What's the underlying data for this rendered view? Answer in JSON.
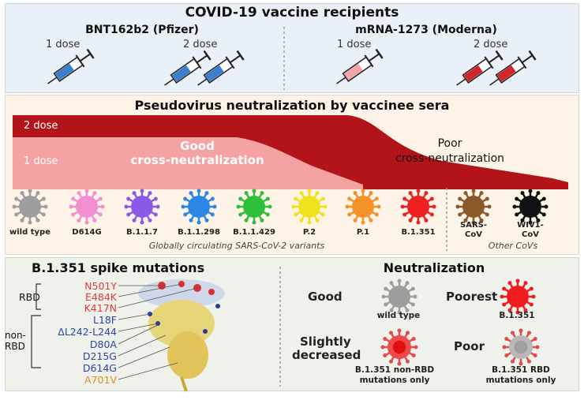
{
  "header": {
    "title": "COVID-19 vaccine recipients",
    "pfizer": "BNT162b2 (Pfizer)",
    "moderna": "mRNA-1273 (Moderna)",
    "dose1": "1 dose",
    "dose2": "2 dose",
    "colors": {
      "pfizer": "#3b7fd1",
      "moderna_1": "#f4a3a8",
      "moderna_2": "#d0262c"
    }
  },
  "neutralization_panel": {
    "title": "Pseudovirus neutralization by vaccinee sera",
    "label_2dose": "2 dose",
    "label_1dose": "1 dose",
    "good_line1": "Good",
    "good_line2": "cross-neutralization",
    "poor_line1": "Poor",
    "poor_line2": "cross-neutralization",
    "group_sarscov2": "Globally circulating SARS-CoV-2 variants",
    "group_other": "Other CoVs",
    "variants": [
      {
        "label": "wild type",
        "color": "#9e9e9e"
      },
      {
        "label": "D614G",
        "color": "#f28fd1"
      },
      {
        "label": "B.1.1.7",
        "color": "#8a5ae6"
      },
      {
        "label": "B.1.1.298",
        "color": "#2e86e6"
      },
      {
        "label": "B.1.1.429",
        "color": "#2fbf3a"
      },
      {
        "label": "P.2",
        "color": "#f2e21e"
      },
      {
        "label": "P.1",
        "color": "#f5922a"
      },
      {
        "label": "B.1.351",
        "color": "#ee2020"
      },
      {
        "label": "SARS-",
        "label2": "CoV",
        "color": "#8a5a2b"
      },
      {
        "label": "WIV1-",
        "label2": "CoV",
        "color": "#111111"
      }
    ]
  },
  "mutations": {
    "title": "B.1.351 spike mutations",
    "rbd_label": "RBD",
    "nonrbd_label": "non-",
    "nonrbd_label2": "RBD",
    "rbd": [
      "N501Y",
      "E484K",
      "K417N"
    ],
    "nonrbd": [
      "L18F",
      "ΔL242-L244",
      "D80A",
      "D215G",
      "D614G"
    ],
    "other": [
      "A701V"
    ]
  },
  "neutralization_legend": {
    "title": "Neutralization",
    "good": "Good",
    "good_sub": "wild type",
    "poorest": "Poorest",
    "poorest_sub": "B.1.351",
    "slightly1": "Slightly",
    "slightly2": "decreased",
    "slightly_sub1": "B.1.351 non-RBD",
    "slightly_sub2": "mutations only",
    "poor": "Poor",
    "poor_sub1": "B.1.351 RBD",
    "poor_sub2": "mutations only"
  }
}
